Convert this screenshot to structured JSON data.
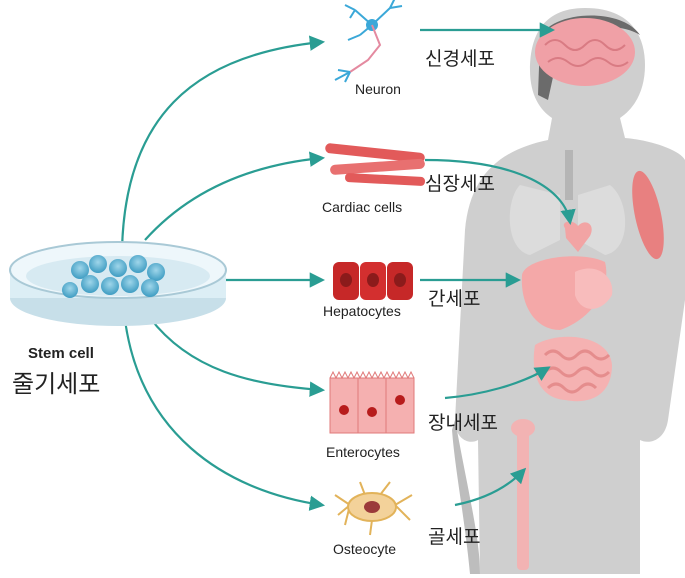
{
  "stem": {
    "label_en": "Stem cell",
    "label_kr": "줄기세포"
  },
  "cells": [
    {
      "label_en": "Neuron",
      "label_kr": "신경세포"
    },
    {
      "label_en": "Cardiac cells",
      "label_kr": "심장세포"
    },
    {
      "label_en": "Hepatocytes",
      "label_kr": "간세포"
    },
    {
      "label_en": "Enterocytes",
      "label_kr": "장내세포"
    },
    {
      "label_en": "Osteocyte",
      "label_kr": "골세포"
    }
  ],
  "colors": {
    "arrow": "#2a9d93",
    "body": "#c9c9c9",
    "organ": "#f2a4a4",
    "dish": "#cfe6f2"
  }
}
